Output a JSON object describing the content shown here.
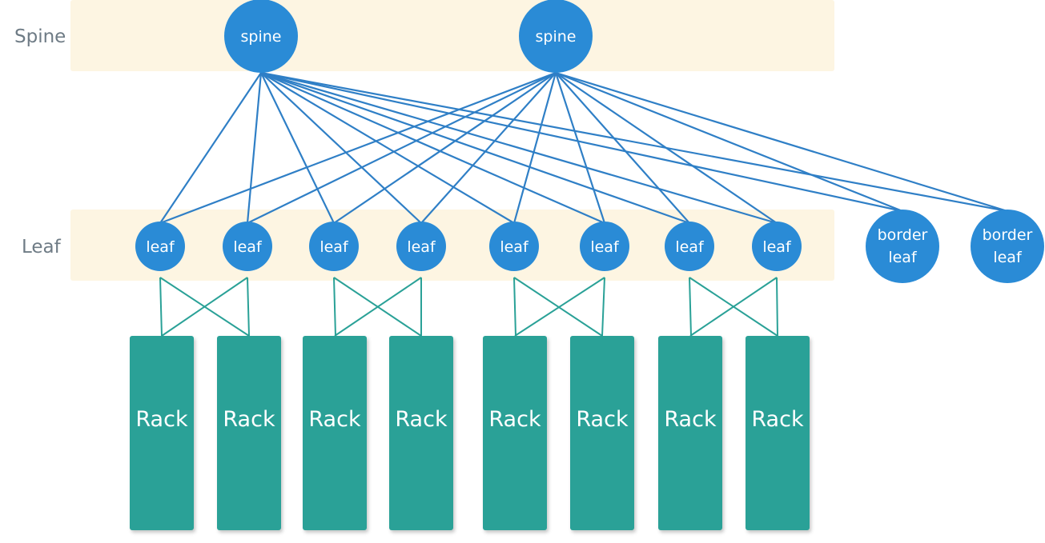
{
  "tiers": {
    "spine_label": "Spine",
    "leaf_label": "Leaf"
  },
  "spines": [
    {
      "id": "spine-1",
      "label": "spine"
    },
    {
      "id": "spine-2",
      "label": "spine"
    }
  ],
  "leaves": [
    {
      "id": "leaf-1",
      "label": "leaf"
    },
    {
      "id": "leaf-2",
      "label": "leaf"
    },
    {
      "id": "leaf-3",
      "label": "leaf"
    },
    {
      "id": "leaf-4",
      "label": "leaf"
    },
    {
      "id": "leaf-5",
      "label": "leaf"
    },
    {
      "id": "leaf-6",
      "label": "leaf"
    },
    {
      "id": "leaf-7",
      "label": "leaf"
    },
    {
      "id": "leaf-8",
      "label": "leaf"
    }
  ],
  "border_leaves": [
    {
      "id": "border-leaf-1",
      "label_lines": [
        "border",
        "leaf"
      ]
    },
    {
      "id": "border-leaf-2",
      "label_lines": [
        "border",
        "leaf"
      ]
    }
  ],
  "racks": [
    {
      "id": "rack-1",
      "label": "Rack"
    },
    {
      "id": "rack-2",
      "label": "Rack"
    },
    {
      "id": "rack-3",
      "label": "Rack"
    },
    {
      "id": "rack-4",
      "label": "Rack"
    },
    {
      "id": "rack-5",
      "label": "Rack"
    },
    {
      "id": "rack-6",
      "label": "Rack"
    },
    {
      "id": "rack-7",
      "label": "Rack"
    },
    {
      "id": "rack-8",
      "label": "Rack"
    }
  ],
  "connections": {
    "spine_to_leaf": "full-mesh",
    "leaf_pairs_to_racks": [
      [
        1,
        2
      ],
      [
        3,
        4
      ],
      [
        5,
        6
      ],
      [
        7,
        8
      ]
    ]
  },
  "colors": {
    "node": "#2a8bd6",
    "uplink": "#2f7fc6",
    "rack": "#2aa197",
    "rack_link": "#2aa197",
    "band": "#fdf5e2"
  }
}
